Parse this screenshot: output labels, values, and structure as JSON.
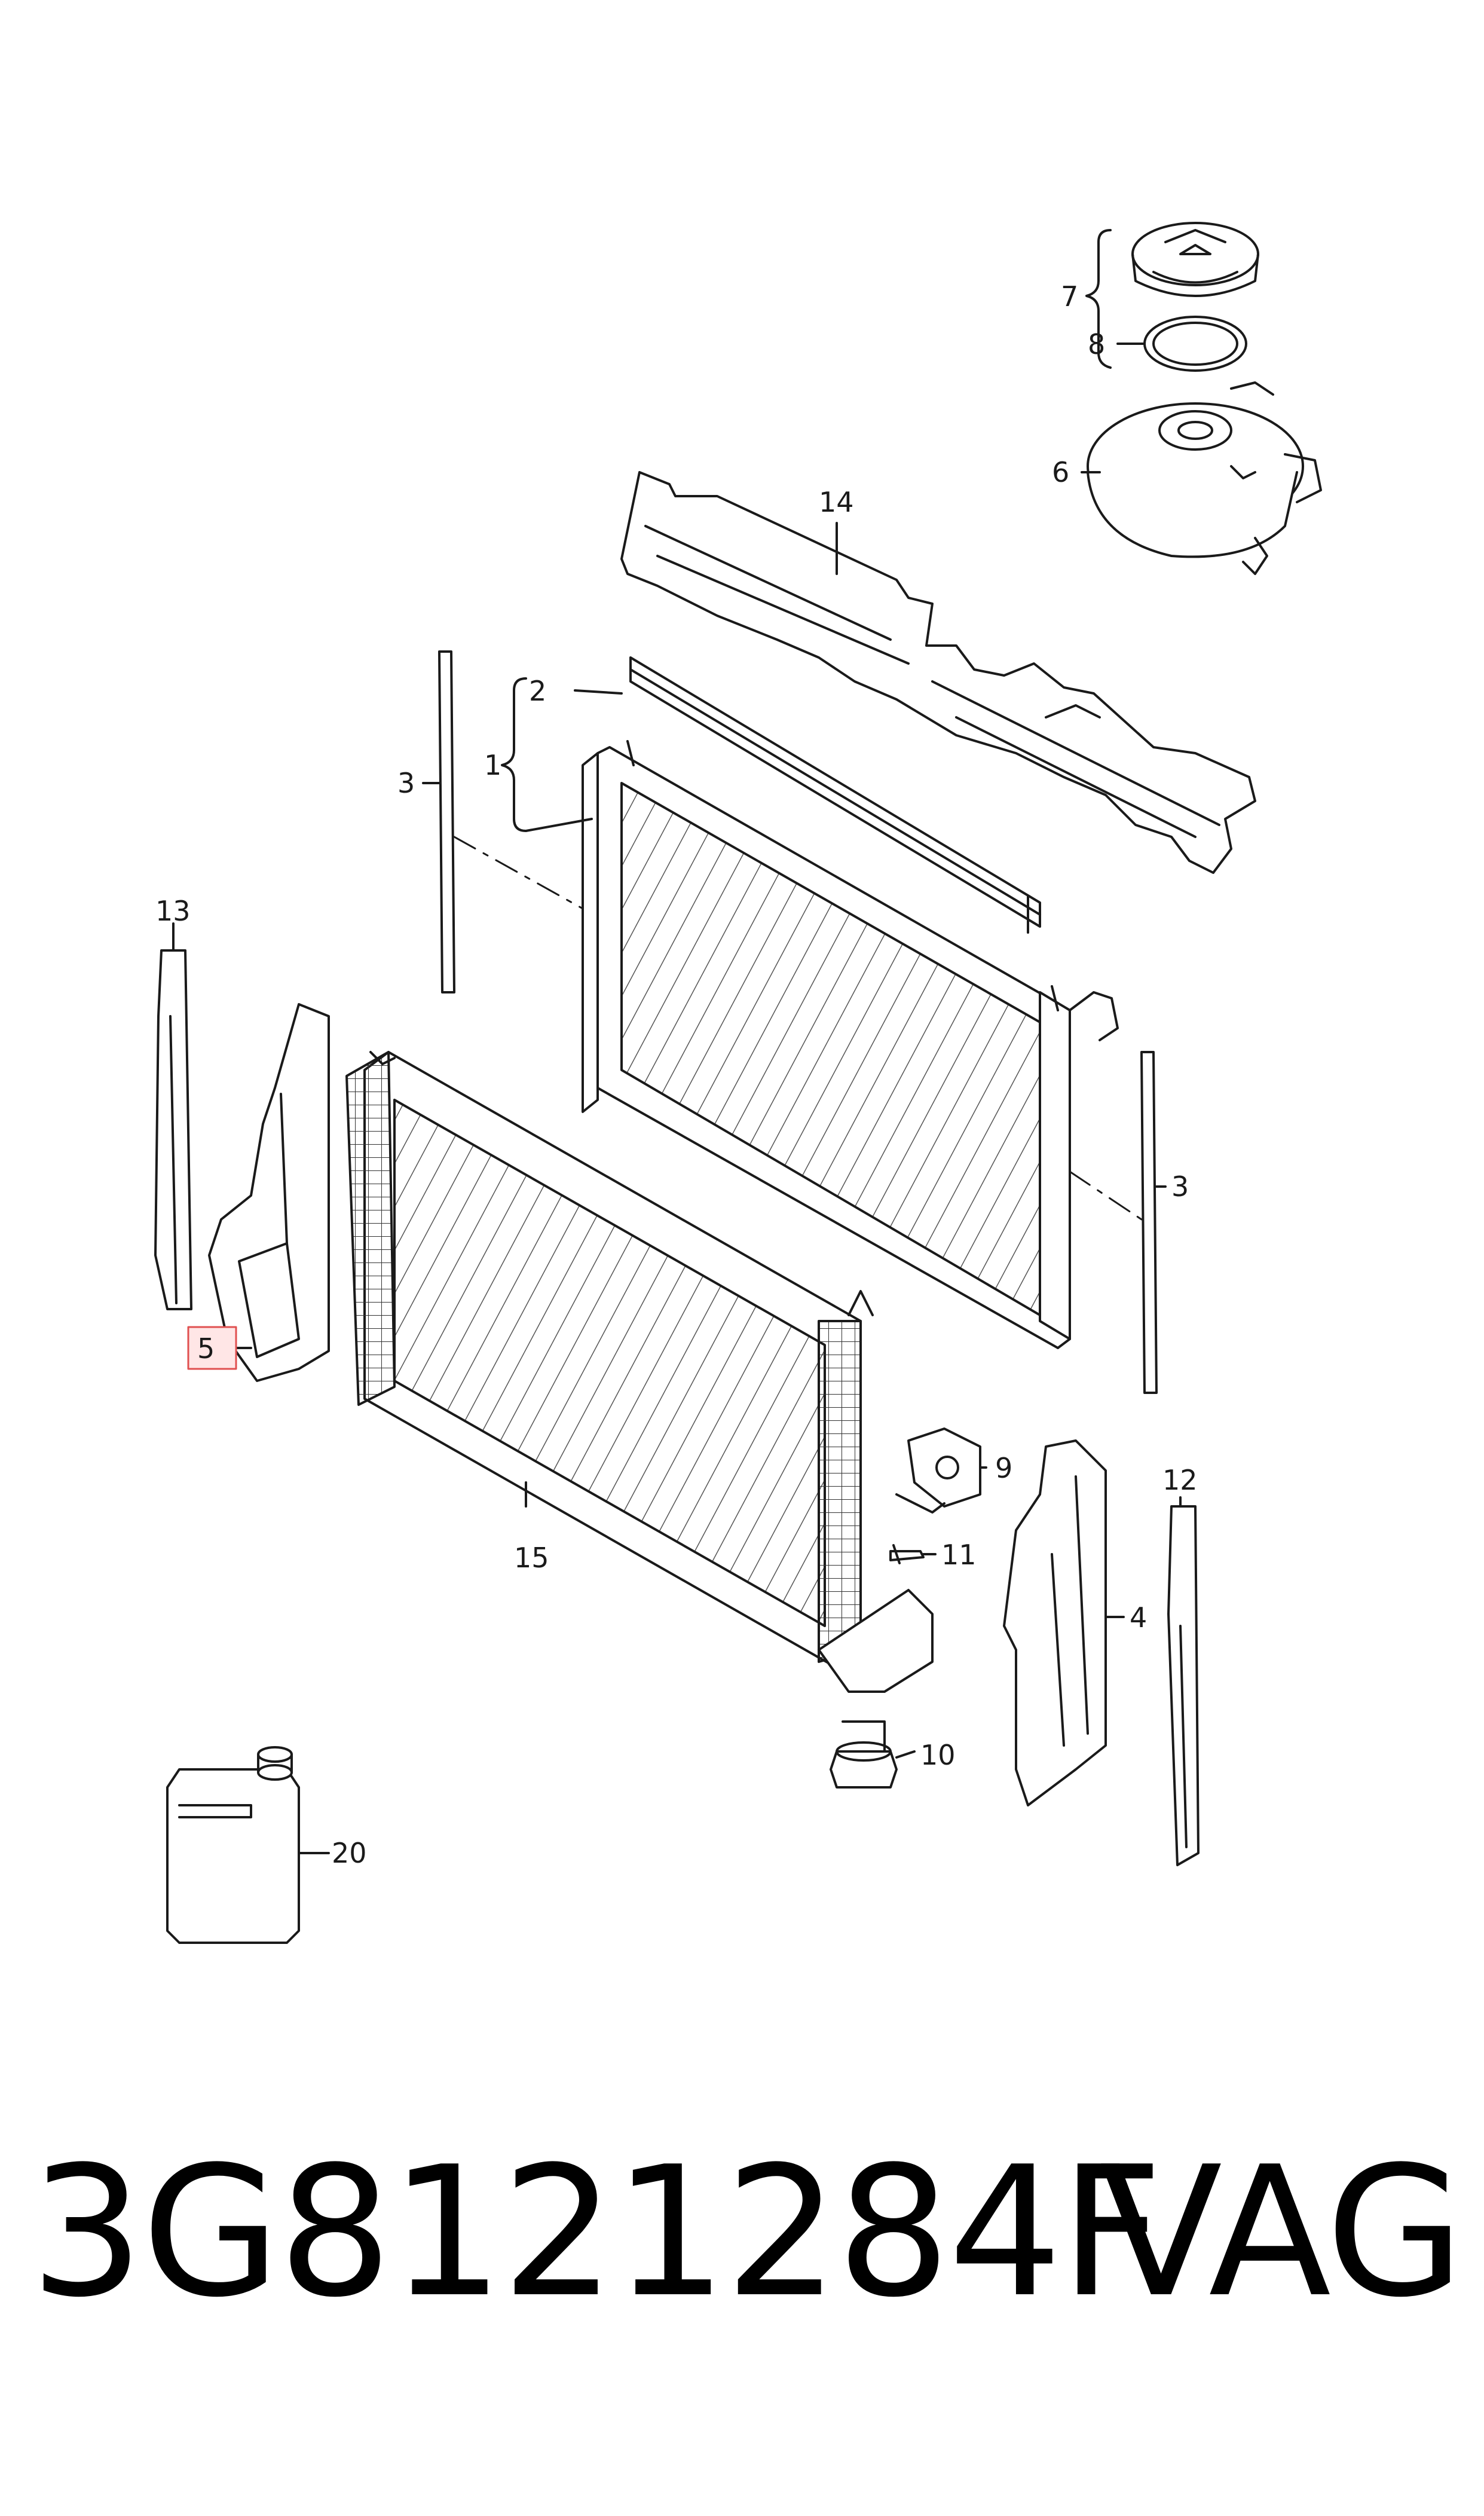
{
  "diagram": {
    "callouts": [
      {
        "id": "1",
        "text": "1"
      },
      {
        "id": "2",
        "text": "2"
      },
      {
        "id": "3a",
        "text": "3"
      },
      {
        "id": "3b",
        "text": "3"
      },
      {
        "id": "4",
        "text": "4"
      },
      {
        "id": "5",
        "text": "5",
        "highlighted": true
      },
      {
        "id": "6",
        "text": "6"
      },
      {
        "id": "7",
        "text": "7"
      },
      {
        "id": "8",
        "text": "8"
      },
      {
        "id": "9",
        "text": "9"
      },
      {
        "id": "10",
        "text": "10"
      },
      {
        "id": "11",
        "text": "11"
      },
      {
        "id": "12",
        "text": "12"
      },
      {
        "id": "13",
        "text": "13"
      },
      {
        "id": "14",
        "text": "14"
      },
      {
        "id": "15",
        "text": "15"
      },
      {
        "id": "20",
        "text": "20"
      }
    ],
    "highlight_color": "#e05050"
  },
  "caption": {
    "part_number": "3G8121284F",
    "brand": "VAG"
  }
}
